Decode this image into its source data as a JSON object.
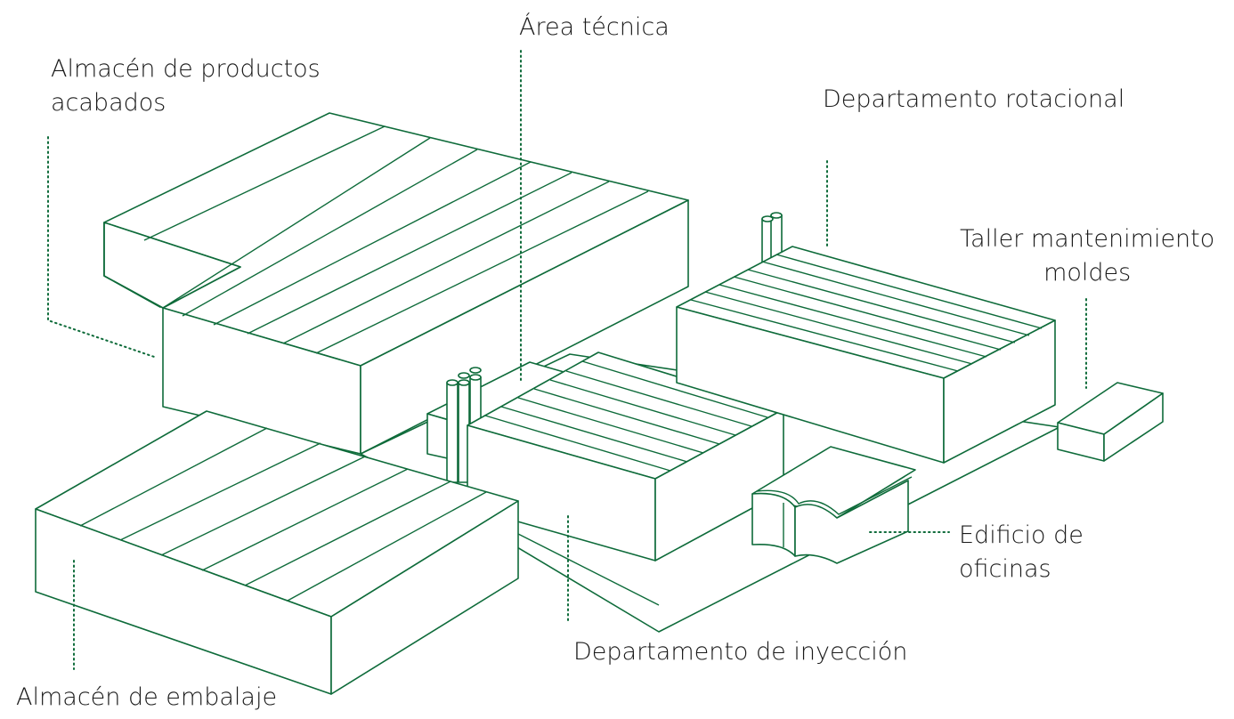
{
  "colors": {
    "stroke": "#0e6b3a",
    "text": "#1a1a1a",
    "background": "#ffffff"
  },
  "labels": {
    "finished_goods_warehouse": {
      "line1": "Almacén de productos",
      "line2": "acabados"
    },
    "technical_area": "Área técnica",
    "rotational_department": "Departamento rotacional",
    "mold_maintenance_workshop": {
      "line1": "Taller mantenimiento",
      "line2": "moldes"
    },
    "office_building": {
      "line1": "Edificio de",
      "line2": "oficinas"
    },
    "injection_department": "Departamento de inyección",
    "packaging_warehouse": "Almacén de embalaje"
  }
}
